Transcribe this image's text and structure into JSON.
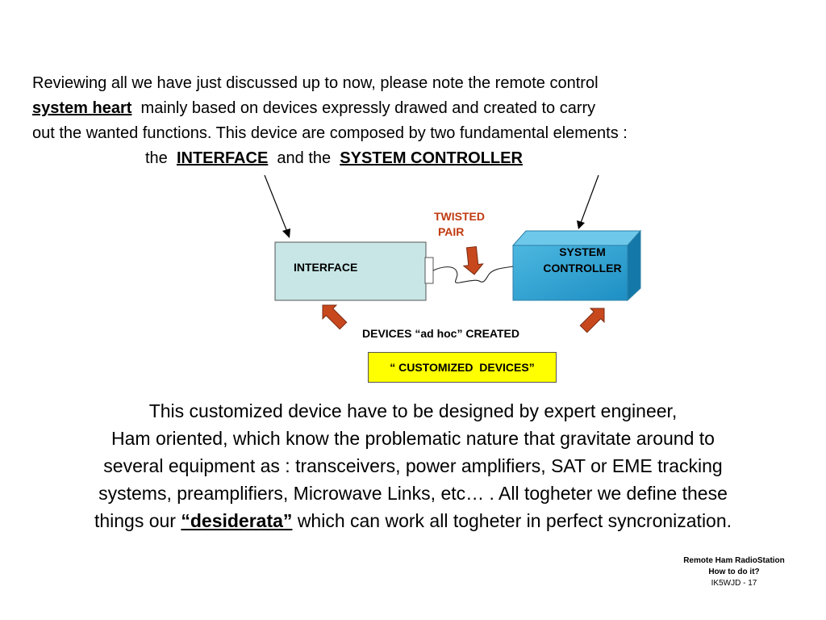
{
  "intro": {
    "line1": "Reviewing all we have just discussed up to now,  please note the remote control",
    "line2_bold": "system heart",
    "line2_rest": "mainly based on devices  expressly  drawed  and  created to carry",
    "line3": "out the wanted functions. This device are composed by two fundamental elements :",
    "line4_a": "the",
    "line4_interface": "INTERFACE",
    "line4_b": "and the",
    "line4_controller": "SYSTEM CONTROLLER"
  },
  "diagram": {
    "twisted_line1": "TWISTED",
    "twisted_line2": "PAIR",
    "interface_label": "INTERFACE",
    "controller_line1": "SYSTEM",
    "controller_line2": "CONTROLLER",
    "devices_label": "DEVICES  “ad hoc” CREATED",
    "custom_devices": "“ CUSTOMIZED  DEVICES”",
    "colors": {
      "interface_fill": "#c8e6e6",
      "controller_fill": "#2fa2d2",
      "arrow_fill": "#c8481e",
      "twisted_text": "#c03a10",
      "custom_fill": "#ffff00"
    }
  },
  "body": {
    "line1": "This customized device have to be designed by expert engineer,",
    "line2": "Ham oriented, which know the problematic nature that gravitate around to",
    "line3": "several equipment as :  transceivers, power amplifiers, SAT or EME tracking",
    "line4": "systems, preamplifiers, Microwave Links, etc… . All togheter we define these",
    "line5_a": "things our",
    "line5_bold": "“desiderata”",
    "line5_b": "which can work all togheter in perfect syncronization."
  },
  "footer": {
    "line1": "Remote Ham RadioStation",
    "line2": "How to do it?",
    "line3": "IK5WJD - 17"
  }
}
